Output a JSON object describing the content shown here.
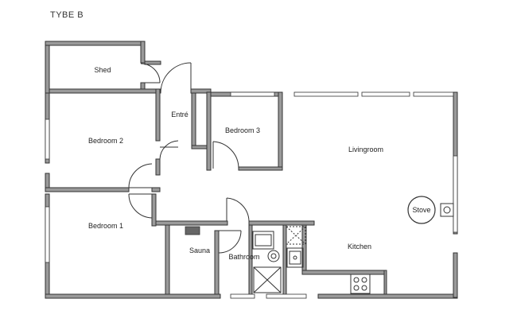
{
  "plan": {
    "title": "TYBE B",
    "rooms": {
      "shed": "Shed",
      "entre": "Entré",
      "bedroom3": "Bedroom 3",
      "bedroom2": "Bedroom 2",
      "livingroom": "Livingroom",
      "bedroom1": "Bedroom 1",
      "sauna": "Sauna",
      "bathroom": "Bathroom",
      "kitchen": "Kitchen"
    },
    "fixtures": {
      "stove": "Stove"
    }
  }
}
